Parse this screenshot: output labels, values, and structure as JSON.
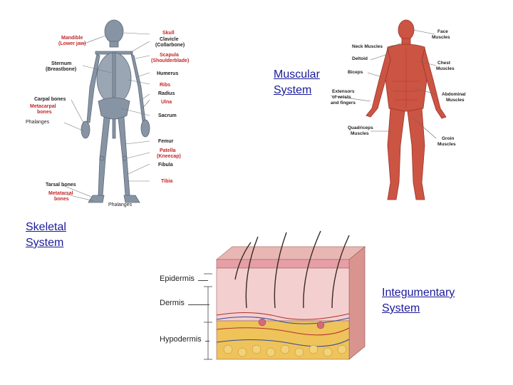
{
  "links": {
    "muscular": [
      "Muscular",
      "System"
    ],
    "skeletal": [
      "Skeletal",
      "System"
    ],
    "integumentary": [
      "Integumentary",
      "System"
    ]
  },
  "skeleton": {
    "left_labels": [
      {
        "text": "Mandible",
        "color": "#c0282a"
      },
      {
        "text": "(Lower jaw)",
        "color": "#c0282a"
      },
      {
        "text": "Sternum",
        "color": "#222222"
      },
      {
        "text": "(Breastbone)",
        "color": "#222222"
      },
      {
        "text": "Carpal bones",
        "color": "#222222"
      },
      {
        "text": "Metacarpal",
        "color": "#c0282a"
      },
      {
        "text": "bones",
        "color": "#c0282a"
      },
      {
        "text": "Phalanges",
        "color": "#222222"
      },
      {
        "text": "Tarsal bones",
        "color": "#222222"
      },
      {
        "text": "Metatarsal",
        "color": "#c0282a"
      },
      {
        "text": "bones",
        "color": "#c0282a"
      },
      {
        "text": "Phalanges",
        "color": "#222222"
      }
    ],
    "right_labels": [
      {
        "text": "Skull",
        "color": "#c0282a"
      },
      {
        "text": "Clavicle",
        "color": "#222222"
      },
      {
        "text": "(Collarbone)",
        "color": "#222222"
      },
      {
        "text": "Scapula",
        "color": "#c0282a"
      },
      {
        "text": "(Shoulderblade)",
        "color": "#c0282a"
      },
      {
        "text": "Humerus",
        "color": "#222222"
      },
      {
        "text": "Ribs",
        "color": "#c0282a"
      },
      {
        "text": "Radius",
        "color": "#222222"
      },
      {
        "text": "Ulna",
        "color": "#c0282a"
      },
      {
        "text": "Sacrum",
        "color": "#222222"
      },
      {
        "text": "Femur",
        "color": "#222222"
      },
      {
        "text": "Patella",
        "color": "#c0282a"
      },
      {
        "text": "(Kneecap)",
        "color": "#c0282a"
      },
      {
        "text": "Fibula",
        "color": "#222222"
      },
      {
        "text": "Tibia",
        "color": "#c0282a"
      }
    ]
  },
  "muscles": {
    "labels": [
      "Face",
      "Muscles",
      "Neck Muscles",
      "Deltoid",
      "Chest",
      "Muscles",
      "Biceps",
      "Extensors",
      "of wrists",
      "and fingers",
      "Abdominal",
      "Muscles",
      "Quadriceps",
      "Muscles",
      "Groin",
      "Muscles"
    ]
  },
  "skin": {
    "labels": [
      "Epidermis",
      "Dermis",
      "Hypodermis"
    ]
  },
  "colors": {
    "link": "#1a1a9c",
    "bone": "#7d8a9a",
    "muscle": "#c8493a",
    "skin_pink": "#e6a3a9",
    "fat": "#e8b84a"
  }
}
